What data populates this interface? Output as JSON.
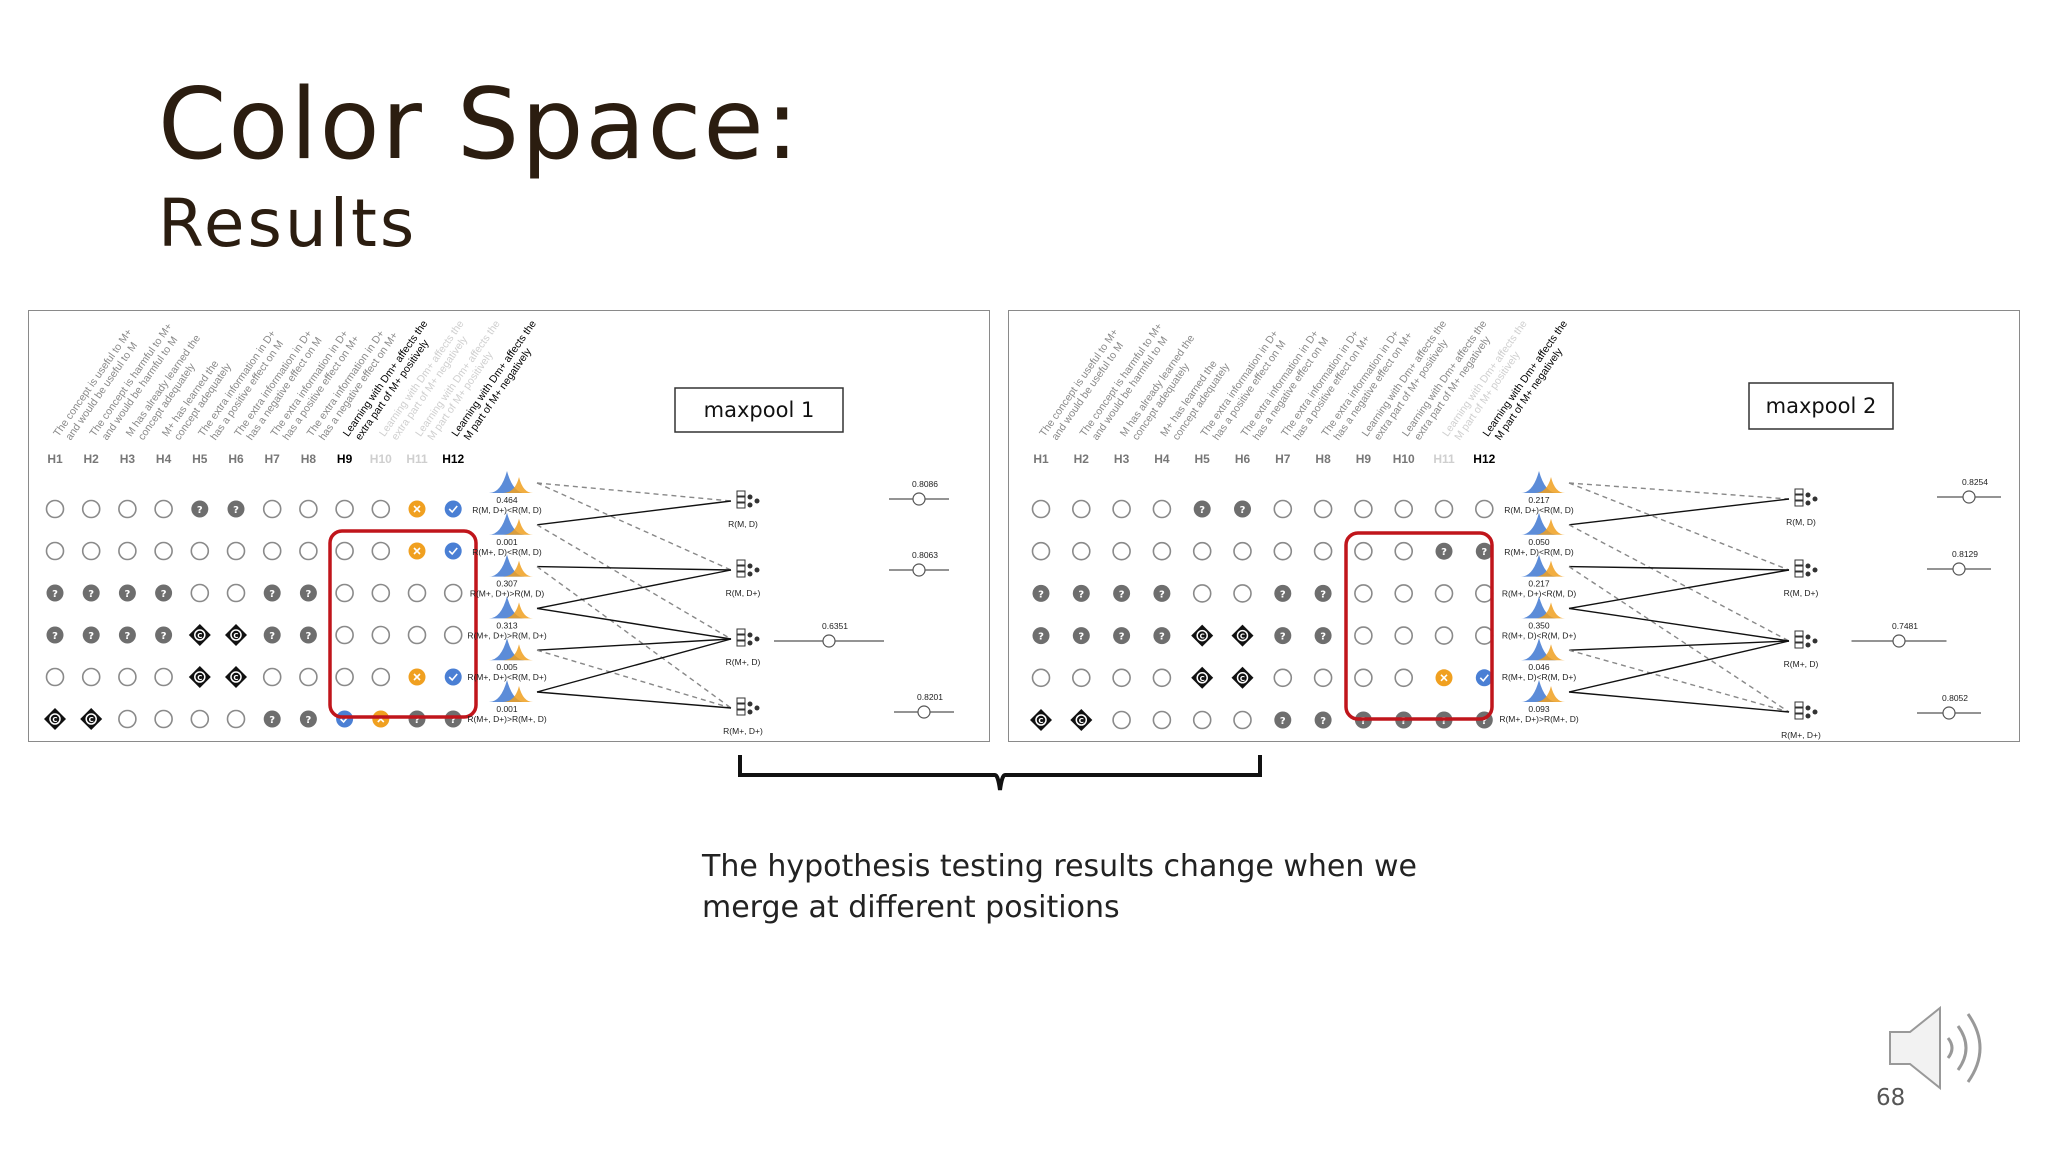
{
  "slide": {
    "title": "Color Space:",
    "subtitle": "Results",
    "caption_line1": "The hypothesis testing results change when we",
    "caption_line2": "merge at different positions",
    "page_number": "68"
  },
  "hypotheses": [
    {
      "id": "H1",
      "line1": "The concept is useful to M+",
      "line2": "and would be useful to M"
    },
    {
      "id": "H2",
      "line1": "The concept is harmful to M+",
      "line2": "and would be harmful to M"
    },
    {
      "id": "H3",
      "line1": "M has already learned the",
      "line2": "concept adequately"
    },
    {
      "id": "H4",
      "line1": "M+ has learned the",
      "line2": "concept adequately"
    },
    {
      "id": "H5",
      "line1": "The extra information in D+",
      "line2": "has a positive effect on M"
    },
    {
      "id": "H6",
      "line1": "The extra information in D+",
      "line2": "has a negative effect on M"
    },
    {
      "id": "H7",
      "line1": "The extra information in D+",
      "line2": "has a positive effect on M+"
    },
    {
      "id": "H8",
      "line1": "The extra information in D+",
      "line2": "has a negative effect on M+"
    },
    {
      "id": "H9",
      "line1": "Learning with Dm+ affects the",
      "line2": "extra part of M+ positively"
    },
    {
      "id": "H10",
      "line1": "Learning with Dm+ affects the",
      "line2": "extra part of M+ negatively"
    },
    {
      "id": "H11",
      "line1": "Learning with Dm+ affects the",
      "line2": "M part of M+ positively"
    },
    {
      "id": "H12",
      "line1": "Learning with Dm+ affects the",
      "line2": "M part of M+ negatively"
    }
  ],
  "panels": [
    {
      "label": "maxpool 1",
      "header_styles": [
        "grey",
        "grey",
        "grey",
        "grey",
        "grey",
        "grey",
        "grey",
        "grey",
        "bold",
        "faded",
        "faded",
        "bold"
      ],
      "grid": [
        [
          "o",
          "o",
          "o",
          "o",
          "q",
          "q",
          "o",
          "o",
          "o",
          "o",
          "x",
          "v"
        ],
        [
          "o",
          "o",
          "o",
          "o",
          "o",
          "o",
          "o",
          "o",
          "o",
          "o",
          "x",
          "v"
        ],
        [
          "q",
          "q",
          "q",
          "q",
          "o",
          "o",
          "q",
          "q",
          "o",
          "o",
          "o",
          "o"
        ],
        [
          "q",
          "q",
          "q",
          "q",
          "c",
          "c",
          "q",
          "q",
          "o",
          "o",
          "o",
          "o"
        ],
        [
          "o",
          "o",
          "o",
          "o",
          "c",
          "c",
          "o",
          "o",
          "o",
          "o",
          "x",
          "v"
        ],
        [
          "c",
          "c",
          "o",
          "o",
          "o",
          "o",
          "q",
          "q",
          "v",
          "x",
          "q",
          "q"
        ]
      ],
      "tests": [
        {
          "p": "0.464",
          "label": "R(M, D+)<R(M, D)"
        },
        {
          "p": "0.001",
          "label": "R(M+, D)<R(M, D)"
        },
        {
          "p": "0.307",
          "label": "R(M+, D+)>R(M, D)"
        },
        {
          "p": "0.313",
          "label": "R(M+, D+)>R(M, D+)"
        },
        {
          "p": "0.005",
          "label": "R(M+, D+)<R(M, D+)"
        },
        {
          "p": "0.001",
          "label": "R(M+, D+)>R(M+, D)"
        }
      ],
      "models": [
        "R(M, D)",
        "R(M, D+)",
        "R(M+, D)",
        "R(M+, D+)"
      ],
      "sliders": [
        "0.8086",
        "0.8063",
        "0.6351",
        "0.8201"
      ]
    },
    {
      "label": "maxpool 2",
      "header_styles": [
        "grey",
        "grey",
        "grey",
        "grey",
        "grey",
        "grey",
        "grey",
        "grey",
        "grey",
        "grey",
        "faded",
        "bold"
      ],
      "grid": [
        [
          "o",
          "o",
          "o",
          "o",
          "q",
          "q",
          "o",
          "o",
          "o",
          "o",
          "o",
          "o"
        ],
        [
          "o",
          "o",
          "o",
          "o",
          "o",
          "o",
          "o",
          "o",
          "o",
          "o",
          "q",
          "q"
        ],
        [
          "q",
          "q",
          "q",
          "q",
          "o",
          "o",
          "q",
          "q",
          "o",
          "o",
          "o",
          "o"
        ],
        [
          "q",
          "q",
          "q",
          "q",
          "c",
          "c",
          "q",
          "q",
          "o",
          "o",
          "o",
          "o"
        ],
        [
          "o",
          "o",
          "o",
          "o",
          "c",
          "c",
          "o",
          "o",
          "o",
          "o",
          "x",
          "v"
        ],
        [
          "c",
          "c",
          "o",
          "o",
          "o",
          "o",
          "q",
          "q",
          "q",
          "q",
          "q",
          "q"
        ]
      ],
      "tests": [
        {
          "p": "0.217",
          "label": "R(M, D+)<R(M, D)"
        },
        {
          "p": "0.050",
          "label": "R(M+, D)<R(M, D)"
        },
        {
          "p": "0.217",
          "label": "R(M+, D+)<R(M, D)"
        },
        {
          "p": "0.350",
          "label": "R(M+, D)<R(M, D+)"
        },
        {
          "p": "0.046",
          "label": "R(M+, D)<R(M, D+)"
        },
        {
          "p": "0.093",
          "label": "R(M+, D+)>R(M+, D)"
        }
      ],
      "models": [
        "R(M, D)",
        "R(M, D+)",
        "R(M+, D)",
        "R(M+, D+)"
      ],
      "sliders": [
        "0.8254",
        "0.8129",
        "0.7481",
        "0.8052"
      ]
    }
  ],
  "colors": {
    "title": "#2b1d10",
    "highlight_box": "#c0151b",
    "check": "#4a7fd4",
    "cross": "#f0a020",
    "question": "#6e6e6e",
    "dist_blue": "#4a7fd4",
    "dist_orange": "#f0a020"
  },
  "icons": {
    "question": "question-icon",
    "check": "check-icon",
    "cross": "cross-icon",
    "conflict": "c-diamond-icon",
    "model": "network-icon",
    "speaker": "speaker-icon"
  }
}
